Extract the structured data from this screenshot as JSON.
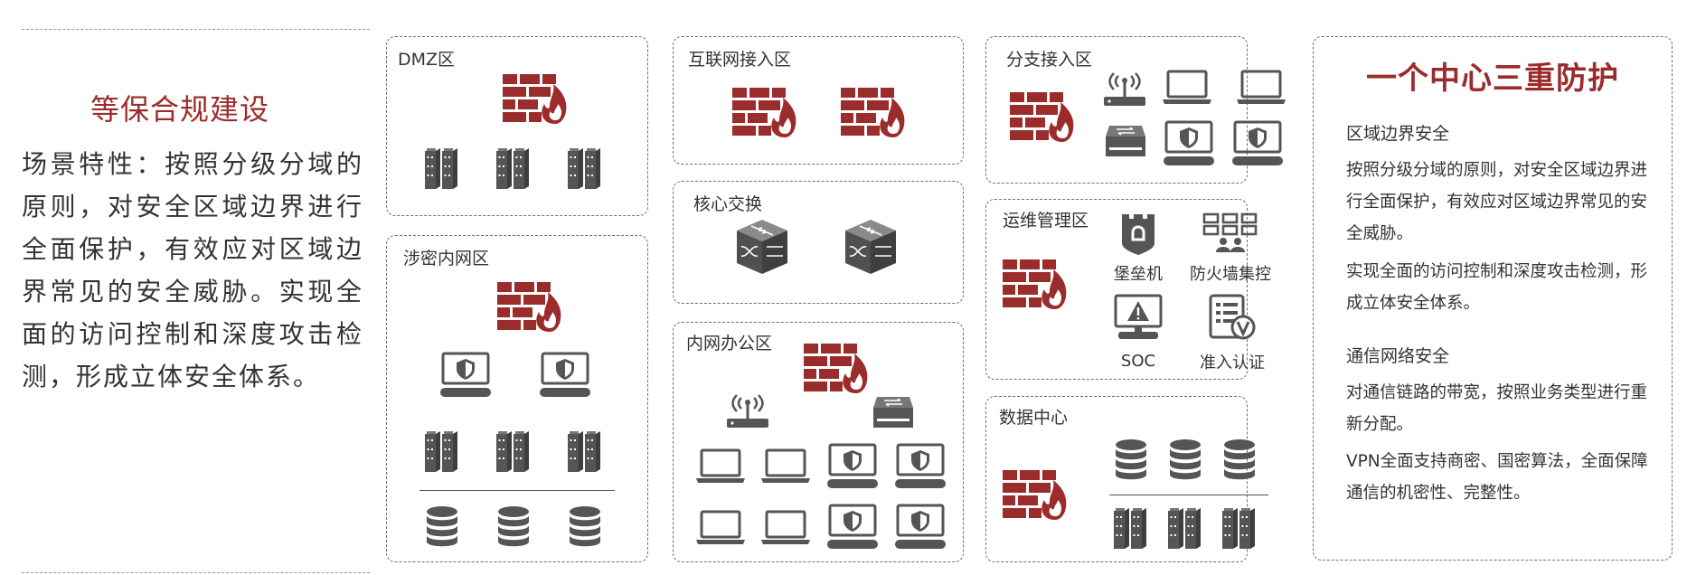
{
  "colors": {
    "accent": "#9b2c2c",
    "icon_dark": "#555555",
    "border": "#6e6e6e"
  },
  "left": {
    "title": "等保合规建设",
    "body": "场景特性：按照分级分域的原则，对安全区域边界进行全面保护，有效应对区域边界常见的安全威胁。实现全面的访问控制和深度攻击检测，形成立体安全体系。"
  },
  "zones": {
    "dmz": "DMZ区",
    "internet": "互联网接入区",
    "core": "核心交换",
    "office": "内网办公区",
    "secret": "涉密内网区",
    "branch": "分支接入区",
    "ops": "运维管理区",
    "datacenter": "数据中心"
  },
  "ops_items": {
    "bastion": "堡垒机",
    "fw_central": "防火墙集控",
    "soc": "SOC",
    "nac": "准入认证"
  },
  "icons": [
    "firewall-icon",
    "server-icon",
    "laptop-icon",
    "secure-monitor-icon",
    "database-icon",
    "core-switch-icon",
    "wifi-router-icon",
    "switch-icon",
    "bastion-icon",
    "grid-control-icon",
    "warning-monitor-icon",
    "nac-icon"
  ],
  "panel": {
    "title": "一个中心三重防护",
    "s1_head": "区域边界安全",
    "s1_p1": "按照分级分域的原则，对安全区域边界进行全面保护，有效应对区域边界常见的安全威胁。",
    "s1_p2": "实现全面的访问控制和深度攻击检测，形成立体安全体系。",
    "s2_head": "通信网络安全",
    "s2_p1": "对通信链路的带宽，按照业务类型进行重新分配。",
    "s2_p2": " VPN全面支持商密、国密算法，全面保障通信的机密性、完整性。"
  }
}
